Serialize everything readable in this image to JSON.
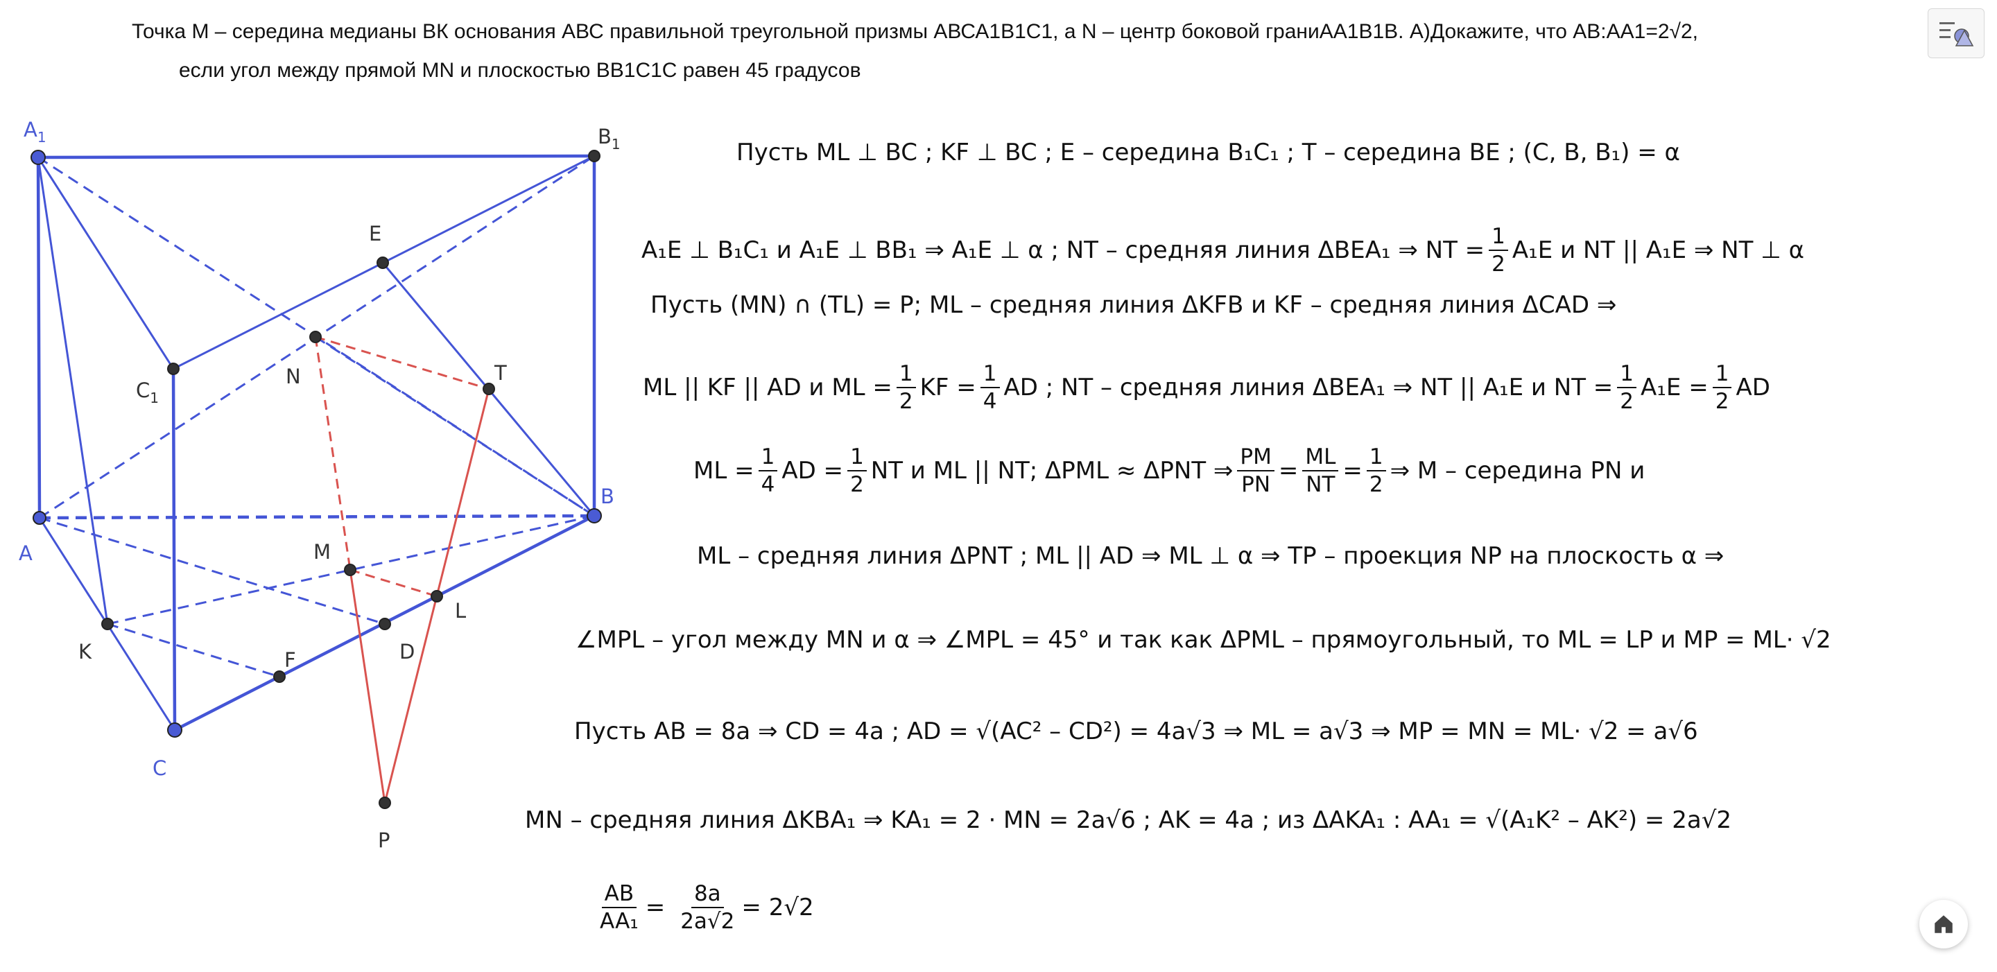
{
  "problem": {
    "line1": "Точка М – середина медианы ВК основания АВС правильной треугольной призмы АВСА1В1С1, а N – центр боковой граниАА1В1В. А)Докажите, что АВ:АА1=2√2,",
    "line2": "если угол между прямой MN и плоскостью ВВ1С1С равен 45 градусов"
  },
  "figure": {
    "points": {
      "A1": {
        "label": "A",
        "sub": "1"
      },
      "B1": {
        "label": "B",
        "sub": "1"
      },
      "E": {
        "label": "E",
        "sub": ""
      },
      "C1": {
        "label": "C",
        "sub": "1"
      },
      "N": {
        "label": "N",
        "sub": ""
      },
      "T": {
        "label": "T",
        "sub": ""
      },
      "A": {
        "label": "A",
        "sub": ""
      },
      "B": {
        "label": "B",
        "sub": ""
      },
      "M": {
        "label": "M",
        "sub": ""
      },
      "L": {
        "label": "L",
        "sub": ""
      },
      "K": {
        "label": "K",
        "sub": ""
      },
      "D": {
        "label": "D",
        "sub": ""
      },
      "F": {
        "label": "F",
        "sub": ""
      },
      "C": {
        "label": "C",
        "sub": ""
      },
      "P": {
        "label": "P",
        "sub": ""
      }
    },
    "colors": {
      "prism": "#4455d6",
      "red": "#d9534f",
      "point": "#333333",
      "vertex_fill": "#4a5bd4"
    }
  },
  "solution": {
    "l1": "Пусть ML ⊥ BC ;  KF ⊥ BC ;  E  –  середина  B₁C₁ ;  T – середина BE ;  (C, B, B₁) =  α",
    "l2": "A₁E ⊥ B₁C₁ и A₁E  ⊥ BB₁  ⇒ A₁E  ⊥  α ;  NT – средняя линия   ΔBEA₁  ⇒ NT =",
    "l2_frac_num": "1",
    "l2_frac_den": "2",
    "l2_tail": "A₁E  и NT || A₁E   ⇒ NT ⊥  α",
    "l3": "Пусть (MN)  ∩ (TL) = P;  ML –  средняя линия ΔKFB и KF   –  средняя линия ΔCAD  ⇒",
    "l4a": "ML || KF || AD  и ML =",
    "l4b": "KF =",
    "l4c": "AD ;  NT –  средняя линия   ΔBEA₁  ⇒ NT   || A₁E  и  NT  =",
    "l4d": "A₁E  =",
    "l4e": "AD",
    "l5a": "ML  =",
    "l5b": "AD  =",
    "l5c": "NT   и ML || NT;   ΔPML  ≈   ΔPNT  ⇒",
    "l5d": "=",
    "l5e": "=",
    "l5f": "⇒ M –  середина PN и",
    "l6": "ML –  средняя линия   ΔPNT ;  ML || AD  ⇒ ML ⊥  α  ⇒ TP –  проекция   NP  на плоскость  α  ⇒",
    "l7": "∠MPL –  угол между MN  и   α ⇒ ∠MPL  =  45° и так как  ΔPML – прямоугольный, то ML = LP и MP = ML· √2",
    "l8": "Пусть AB = 8a   ⇒ CD = 4a ;  AD =  √(AC² – CD²) = 4a√3   ⇒ ML = a√3  ⇒ MP = MN = ML· √2 = a√6",
    "l9": "MN –  средняя линия   ΔKBA₁  ⇒ KA₁ = 2 · MN = 2a√6 ;  AK = 4a ;  из   ΔAKA₁ : AA₁ =  √(A₁K² – AK²) = 2a√2",
    "l10_num1": "AB",
    "l10_den1": "AA₁",
    "l10_eq": "=",
    "l10_num2": "8a",
    "l10_den2": "2a√2",
    "l10_tail": "= 2√2",
    "half": "1",
    "two": "2",
    "quarter_den": "4",
    "pm": "PM",
    "pn": "PN",
    "ml": "ML",
    "nt": "NT"
  },
  "ui": {
    "toolbar_icon": "menu-shapes-icon",
    "home_icon": "home-icon"
  }
}
